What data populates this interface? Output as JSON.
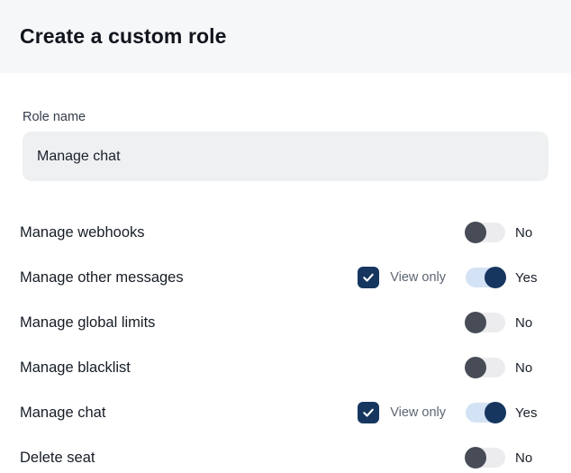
{
  "header": {
    "title": "Create a custom role"
  },
  "form": {
    "role_name_label": "Role name",
    "role_name_value": "Manage chat"
  },
  "permissions": [
    {
      "label": "Manage webhooks",
      "view_only": false,
      "view_only_label": "",
      "enabled": false,
      "state_label": "No"
    },
    {
      "label": "Manage other messages",
      "view_only": true,
      "view_only_label": "View only",
      "enabled": true,
      "state_label": "Yes"
    },
    {
      "label": "Manage global limits",
      "view_only": false,
      "view_only_label": "",
      "enabled": false,
      "state_label": "No"
    },
    {
      "label": "Manage blacklist",
      "view_only": false,
      "view_only_label": "",
      "enabled": false,
      "state_label": "No"
    },
    {
      "label": "Manage chat",
      "view_only": true,
      "view_only_label": "View only",
      "enabled": true,
      "state_label": "Yes"
    },
    {
      "label": "Delete seat",
      "view_only": false,
      "view_only_label": "",
      "enabled": false,
      "state_label": "No"
    }
  ],
  "colors": {
    "header_bg": "#f6f7f9",
    "input_bg": "#eef0f2",
    "accent_navy": "#16365f",
    "toggle_on_track": "#d3e3f5",
    "toggle_off_knob": "#474c56",
    "toggle_off_track": "#ececee"
  }
}
